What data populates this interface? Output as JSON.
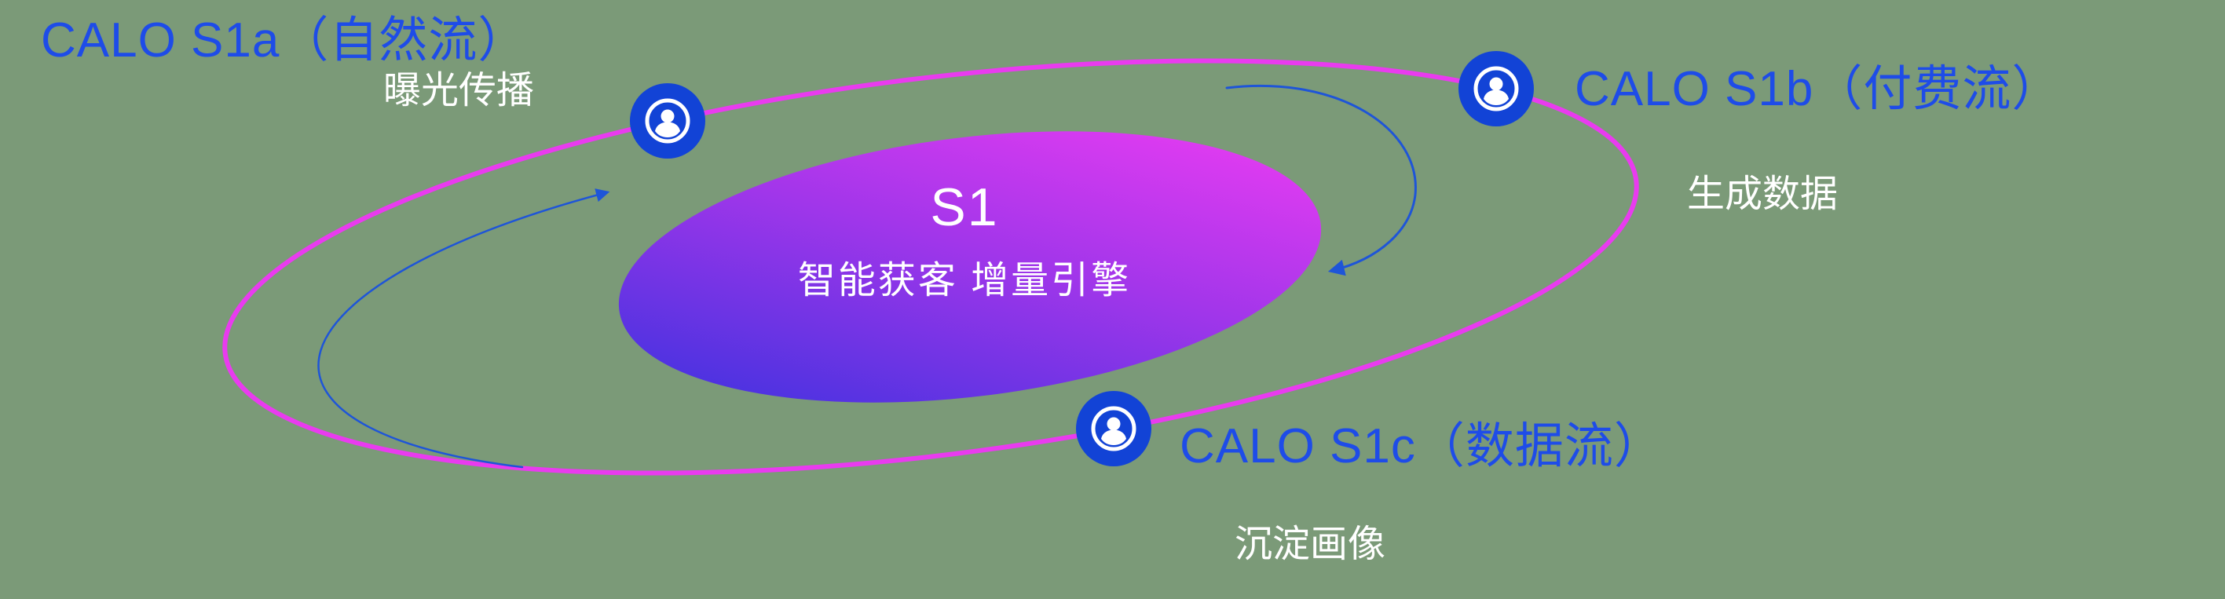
{
  "colors": {
    "background": "#7b9a78",
    "accent_blue": "#1e4ce8",
    "node_blue": "#1243d6",
    "ring_magenta": "#e93bef",
    "core_gradient_start": "#4032df",
    "core_gradient_mid": "#a236ea",
    "core_gradient_end": "#ea3cf2",
    "arrow_blue": "#1e55d8",
    "text_white": "#ffffff"
  },
  "core": {
    "title": "S1",
    "subtitle": "智能获客  增量引擎"
  },
  "nodes": [
    {
      "id": "s1a",
      "title": "CALO S1a（自然流）",
      "subtitle": "曝光传播",
      "icon": "person-icon"
    },
    {
      "id": "s1b",
      "title": "CALO S1b（付费流）",
      "subtitle": "生成数据",
      "icon": "person-icon"
    },
    {
      "id": "s1c",
      "title": "CALO S1c（数据流）",
      "subtitle": "沉淀画像",
      "icon": "person-icon"
    }
  ]
}
